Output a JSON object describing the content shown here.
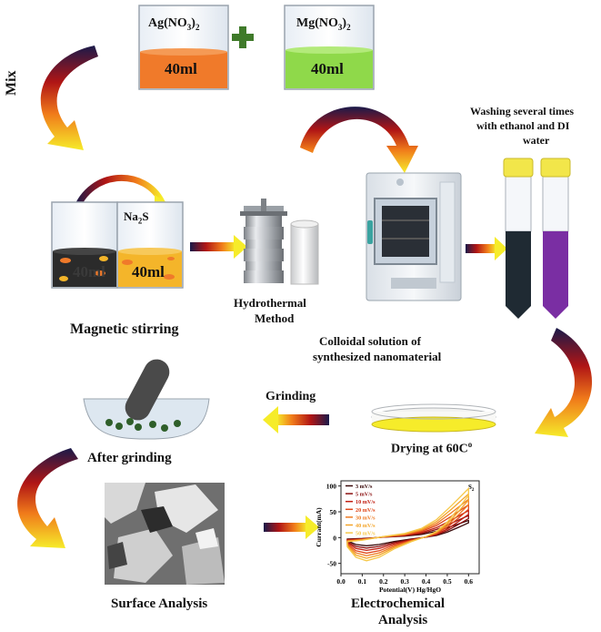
{
  "beakers": {
    "ag_label": "Ag(NO",
    "ag_sub1": "3",
    "ag_sub2": "2",
    "ag_volume": "40ml",
    "mg_label": "Mg(NO",
    "mg_sub1": "3",
    "mg_sub2": "2",
    "mg_volume": "40ml",
    "plus": "+"
  },
  "mix_label": "Mix",
  "stirring": {
    "na2s_label": "Na",
    "na2s_sub": "2",
    "na2s_tail": "S",
    "left_volume": "40ml",
    "right_volume": "40ml",
    "caption": "Magnetic stirring"
  },
  "hydrothermal": {
    "line1": "Hydrothermal",
    "line2": "Method"
  },
  "washing": {
    "line1": "Washing several times",
    "line2": "with ethanol and DI",
    "line3": "water"
  },
  "colloidal": {
    "line1": "Colloidal solution of",
    "line2": "synthesized nanomaterial"
  },
  "grinding_label": "Grinding",
  "drying_label": "Drying at 60C",
  "drying_sup": "o",
  "after_grinding": "After grinding",
  "surface_analysis": "Surface Analysis",
  "electro": {
    "line1": "Electrochemical",
    "line2": "Analysis"
  },
  "colors": {
    "ag_solution": "#f07a2a",
    "mg_solution": "#8fd94a",
    "plus": "#3f7a2a",
    "stir_left": "#2b2b2b",
    "stir_right": "#f4b52a",
    "tube_dark": "#1f2a33",
    "tube_purple": "#7a2ea3",
    "tube_cap": "#f2e64a"
  },
  "chart_data": {
    "type": "line",
    "title": "",
    "panel_label": "S",
    "panel_label_sub": "2",
    "xlabel": "Potential(V) Hg/HgO",
    "ylabel": "Currant(mA)",
    "xlim": [
      0.0,
      0.65
    ],
    "ylim": [
      -70,
      110
    ],
    "xticks": [
      "0.0",
      "0.1",
      "0.2",
      "0.3",
      "0.4",
      "0.5",
      "0.6"
    ],
    "yticks": [
      "100",
      "50",
      "0",
      "-50"
    ],
    "legend_position": "top-left",
    "series": [
      {
        "name": "3 mV/s",
        "color": "#3a0a0a",
        "scale": 0.35
      },
      {
        "name": "5 mV/s",
        "color": "#8b1010",
        "scale": 0.45
      },
      {
        "name": "10 mV/s",
        "color": "#c21f12",
        "scale": 0.55
      },
      {
        "name": "20 mV/s",
        "color": "#e0481a",
        "scale": 0.67
      },
      {
        "name": "30 mV/s",
        "color": "#ee7a22",
        "scale": 0.78
      },
      {
        "name": "40 mV/s",
        "color": "#f3a52a",
        "scale": 0.89
      },
      {
        "name": "50 mV/s",
        "color": "#f6c84a",
        "scale": 1.0
      }
    ]
  }
}
